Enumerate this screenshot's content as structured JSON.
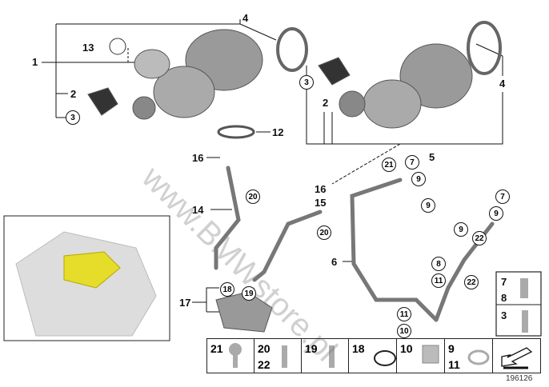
{
  "diagram_id": "196126",
  "watermark": "www.BMWstore.pl",
  "callouts_plain": [
    "4",
    "1",
    "13",
    "2",
    "12",
    "16",
    "14",
    "17",
    "4",
    "2",
    "5",
    "16",
    "15",
    "6"
  ],
  "callouts_circled": [
    "3",
    "3",
    "20",
    "20",
    "21",
    "7",
    "9",
    "9",
    "7",
    "9",
    "9",
    "22",
    "8",
    "11",
    "22",
    "11",
    "10",
    "18",
    "19"
  ],
  "side_panel": [
    {
      "labels": [
        "7",
        "8"
      ]
    },
    {
      "labels": [
        "3"
      ]
    }
  ],
  "bottom_panel": [
    {
      "labels": [
        "21"
      ]
    },
    {
      "labels": [
        "20",
        "22"
      ]
    },
    {
      "labels": [
        "19"
      ]
    },
    {
      "labels": [
        "18"
      ]
    },
    {
      "labels": [
        "10"
      ]
    },
    {
      "labels": [
        "9",
        "11"
      ]
    }
  ]
}
